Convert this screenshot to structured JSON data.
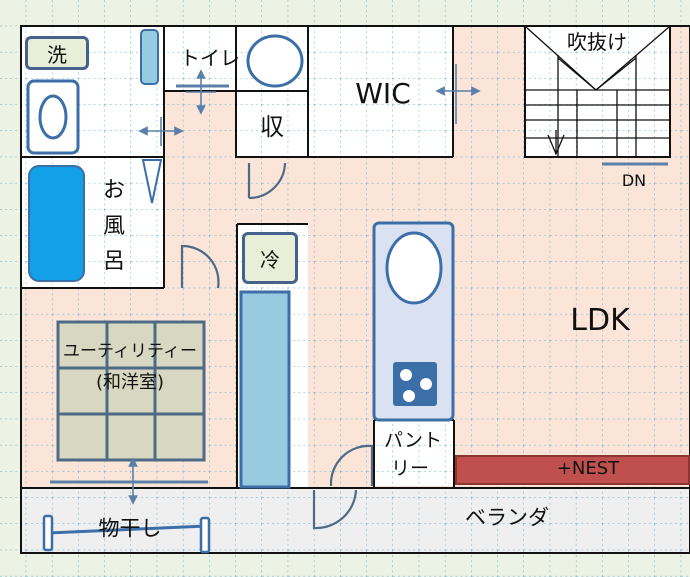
{
  "labels": {
    "wash": "洗",
    "toilet": "トイレ",
    "wic": "WIC",
    "fukinuke": "吹抜け",
    "storage": "収",
    "dn": "DN",
    "bath_1": "お",
    "bath_2": "風",
    "bath_3": "呂",
    "fridge": "冷",
    "ldk": "LDK",
    "utility_1": "ユーティリティー",
    "utility_2": "(和洋室)",
    "pantry_1": "パント",
    "pantry_2": "リー",
    "nest": "+NEST",
    "veranda": "ベランダ",
    "drying": "物干し"
  },
  "colors": {
    "grid_bg": "#ecf2e4",
    "grid_line": "#4aa0cc",
    "floor": "#fbe5d8",
    "wall": "#111111",
    "veranda": "#efefef",
    "fixture_blue": "#3c6ea8",
    "bathtub": "#12a0e8",
    "tatami": "#d8d8c2",
    "tatami_line": "#4d6a86",
    "counter": "#99cbe0",
    "kitchen": "#dae2f2",
    "nest": "#c0504d"
  }
}
